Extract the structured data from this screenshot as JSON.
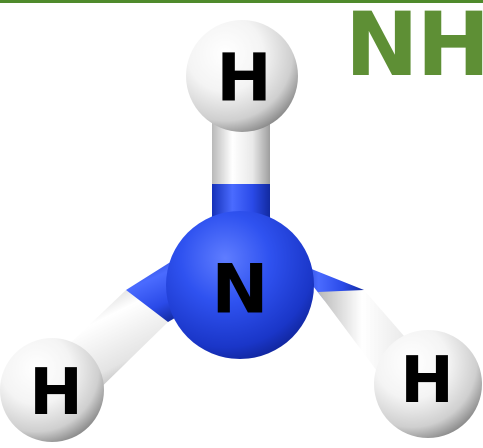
{
  "formula": "NH",
  "colors": {
    "formula": "#5e8f35",
    "rule": "#4f8a2c",
    "nitrogen": "#1f3fe0",
    "hydrogen": "#f2f2f2",
    "bond_white": "#e6e6e6",
    "bond_blue": "#2246e6",
    "label": "#000000"
  },
  "atoms": {
    "h_top": "H",
    "nitrogen": "N",
    "h_left": "H",
    "h_right": "H"
  }
}
